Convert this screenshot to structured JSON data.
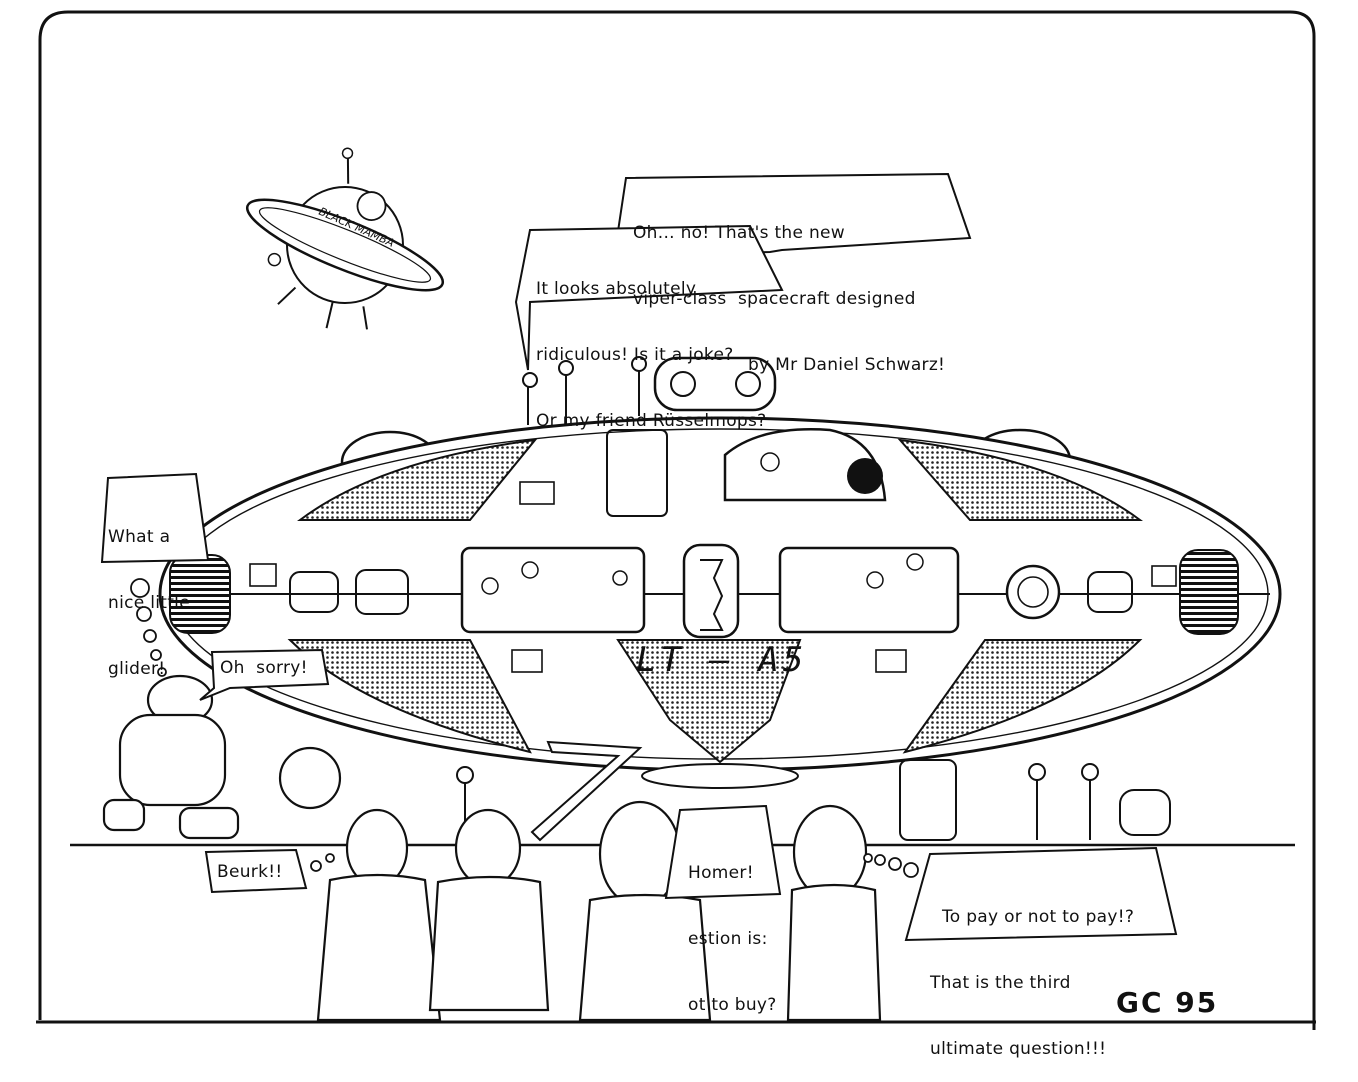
{
  "comic": {
    "bubbles": {
      "daniel": [
        "Oh... no! That's the new",
        "viper-class  spacecraft designed",
        "by Mr Daniel Schwarz!"
      ],
      "joke": [
        "It looks absolutely",
        "ridiculous! Is it a joke?",
        "Or my friend Rüsselmops?"
      ],
      "glider": [
        "What a",
        "nice little",
        "glider!"
      ],
      "sorry": "Oh  sorry!",
      "beurk": "Beurk!!",
      "homer": [
        "Homer!",
        "estion is:",
        "ot to buy?"
      ],
      "pay": [
        "To pay or not to pay!?",
        "That is the third",
        "ultimate question!!!"
      ]
    },
    "labels": {
      "black_mamba": "BLACK MAMBA",
      "hull": "LT – A5",
      "signature": "GC 95"
    }
  }
}
